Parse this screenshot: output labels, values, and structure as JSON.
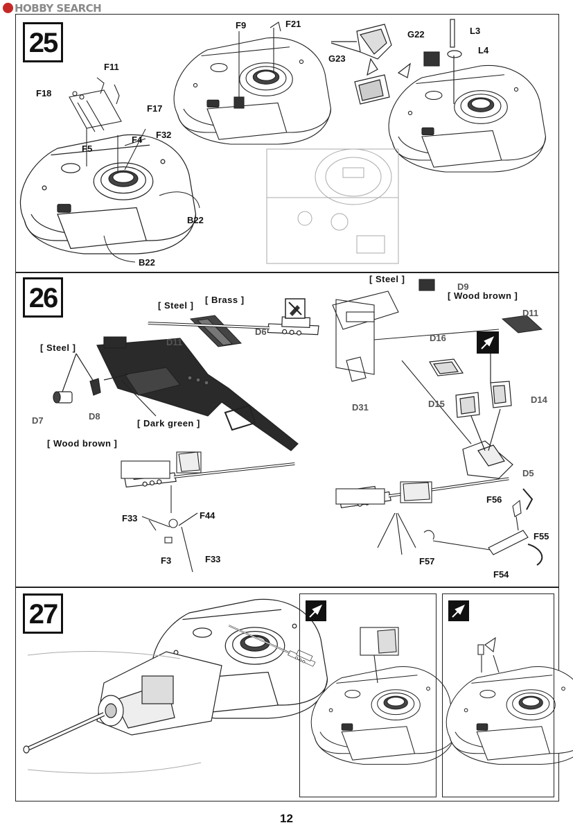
{
  "watermark": {
    "brand": "HOBBY SEARCH"
  },
  "page_number": "12",
  "step25": {
    "number": "25",
    "labels": {
      "f11": "F11",
      "f18": "F18",
      "f17": "F17",
      "f5": "F5",
      "f4": "F4",
      "f32": "F32",
      "b22a": "B22",
      "b22b": "B22",
      "f9": "F9",
      "f21": "F21",
      "g22": "G22",
      "g23": "G23",
      "l3": "L3",
      "l4": "L4"
    }
  },
  "step26": {
    "number": "26",
    "notes": {
      "steel_a": "[ Steel ]",
      "brass": "[ Brass ]",
      "steel_b": "[ Steel ]",
      "dark_green": "[ Dark green ]",
      "wood_brown_a": "[ Wood brown ]",
      "steel_c": "[ Steel ]",
      "wood_brown_b": "[ Wood brown ]"
    },
    "labels": {
      "d11a": "D11",
      "d7": "D7",
      "d8": "D8",
      "d6": "D6",
      "d9": "D9",
      "d11b": "D11",
      "d16": "D16",
      "d14": "D14",
      "d15": "D15",
      "d31": "D31",
      "d5": "D5",
      "f33a": "F33",
      "f44": "F44",
      "f3": "F3",
      "f33b": "F33",
      "f56": "F56",
      "f55": "F55",
      "f57": "F57",
      "f54": "F54"
    }
  },
  "step27": {
    "number": "27"
  },
  "icons": [
    "hobby-search-logo-icon",
    "no-glue-icon",
    "option-arrow-icon",
    "turret-drawing-icon",
    "machine-gun-drawing-icon"
  ]
}
